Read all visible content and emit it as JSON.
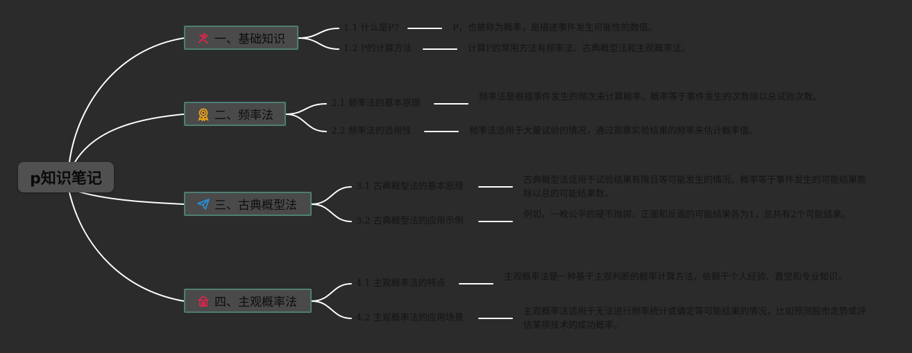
{
  "root": {
    "title": "p知识笔记"
  },
  "colors": {
    "background": "#2b2b2b",
    "node_fill": "#4a4a4a",
    "node_border": "#4d7f73",
    "connector": "#ffffff"
  },
  "branches": [
    {
      "label": "一、基础知识",
      "icon": "tools-icon",
      "icon_color": "#e0254b",
      "items": [
        {
          "label": "1.1 什么是P?",
          "desc": "P，也被称为概率，是描述事件发生可能性的数值。"
        },
        {
          "label": "1.2 P的计算方法",
          "desc": "计算P的常用方法有频率法、古典概型法和主观概率法。"
        }
      ]
    },
    {
      "label": "二、频率法",
      "icon": "award-ribbon-icon",
      "icon_color": "#f2a516",
      "items": [
        {
          "label": "2.1 频率法的基本原理",
          "desc": "频率法是根据事件发生的频次来计算概率。概率等于事件发生的次数除以总试验次数。"
        },
        {
          "label": "2.2 频率法的适用性",
          "desc": "频率法适用于大量试验的情况，通过观察实验结果的频率来估计概率值。"
        }
      ]
    },
    {
      "label": "三、古典概型法",
      "icon": "paper-plane-icon",
      "icon_color": "#2a8fd6",
      "items": [
        {
          "label": "3.1 古典概型法的基本原理",
          "desc": "古典概型法适用于试验结果有限且等可能发生的情况。概率等于事件发生的可能结果数除以总的可能结果数。"
        },
        {
          "label": "3.2 古典概型法的应用示例",
          "desc": "例如，一枚公平的硬币抛掷，正面和反面的可能结果各为1，总共有2个可能结果。"
        }
      ]
    },
    {
      "label": "四、主观概率法",
      "icon": "house-icon",
      "icon_color": "#e0254b",
      "items": [
        {
          "label": "4.1 主观概率法的特点",
          "desc": "主观概率法是一种基于主观判断的概率计算方法，依赖于个人经验、直觉和专业知识。"
        },
        {
          "label": "4.2 主观概率法的应用场景",
          "desc": "主观概率法适用于无法进行频率统计或确定等可能结果的情况，比如预测股市走势或评估某项技术的成功概率。"
        }
      ]
    }
  ]
}
